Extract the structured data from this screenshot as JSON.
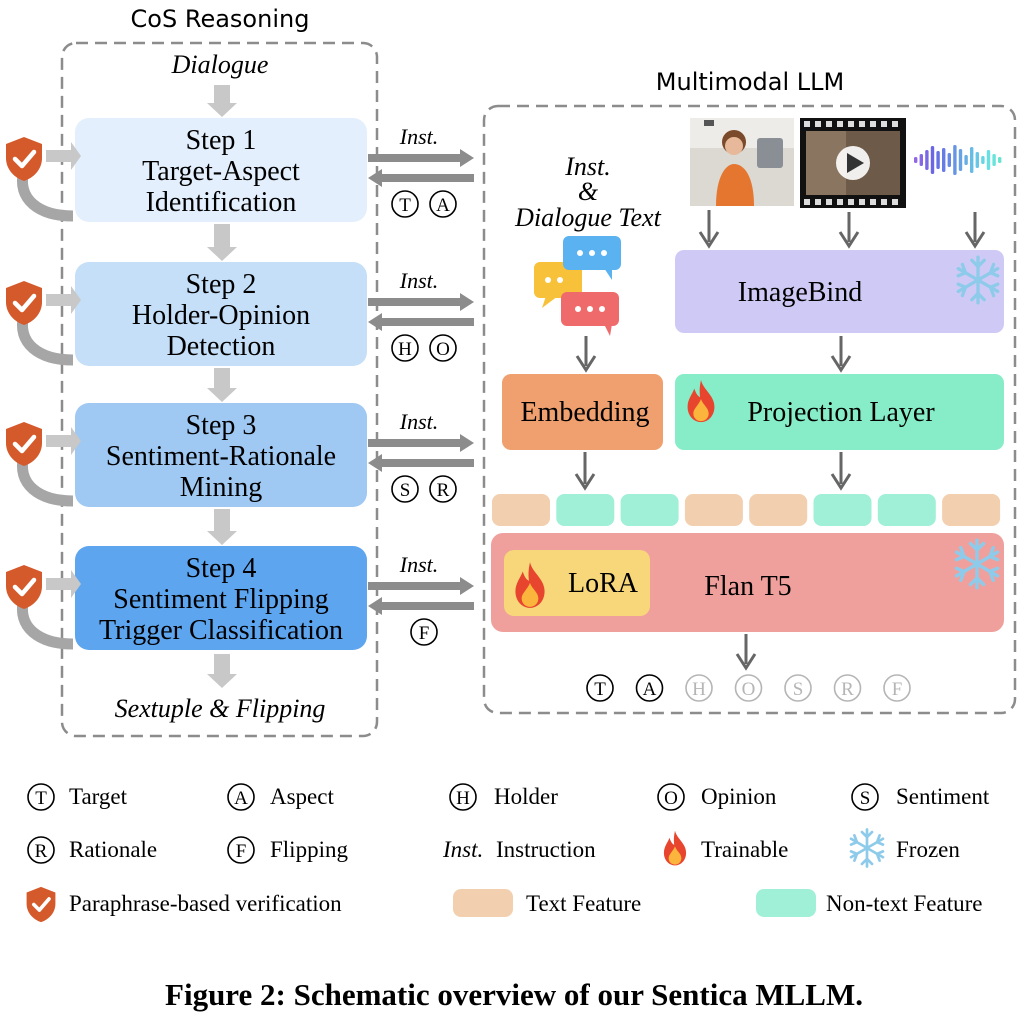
{
  "left_panel": {
    "title": "CoS Reasoning",
    "input_label": "Dialogue",
    "output_label": "Sextuple & Flipping",
    "steps": [
      {
        "line1": "Step 1",
        "line2": "Target-Aspect",
        "line3": "Identification",
        "symbols": [
          "T",
          "A"
        ],
        "arrow_label": "Inst.",
        "fill": "#e3effc"
      },
      {
        "line1": "Step 2",
        "line2": "Holder-Opinion",
        "line3": "Detection",
        "symbols": [
          "H",
          "O"
        ],
        "arrow_label": "Inst.",
        "fill": "#c5dff8"
      },
      {
        "line1": "Step 3",
        "line2": "Sentiment-Rationale",
        "line3": "Mining",
        "symbols": [
          "S",
          "R"
        ],
        "arrow_label": "Inst.",
        "fill": "#9fc8f3"
      },
      {
        "line1": "Step 4",
        "line2": "Sentiment Flipping",
        "line3": "Trigger Classification",
        "symbols": [
          "F"
        ],
        "arrow_label": "Inst.",
        "fill": "#5ea5ef"
      }
    ]
  },
  "right_panel": {
    "title": "Multimodal LLM",
    "text_input_line1": "Inst.",
    "text_input_line2": "&",
    "text_input_line3": "Dialogue Text",
    "imagebind_label": "ImageBind",
    "embedding_label": "Embedding",
    "projection_label": "Projection Layer",
    "lora_label": "LoRA",
    "flan_label": "Flan T5",
    "feature_tokens": [
      "text",
      "nontext",
      "nontext",
      "text",
      "text",
      "nontext",
      "nontext",
      "text"
    ],
    "outputs": [
      {
        "symbol": "T",
        "active": true
      },
      {
        "symbol": "A",
        "active": true
      },
      {
        "symbol": "H",
        "active": false
      },
      {
        "symbol": "O",
        "active": false
      },
      {
        "symbol": "S",
        "active": false
      },
      {
        "symbol": "R",
        "active": false
      },
      {
        "symbol": "F",
        "active": false
      }
    ]
  },
  "legend": {
    "target": {
      "symbol": "T",
      "label": "Target"
    },
    "aspect": {
      "symbol": "A",
      "label": "Aspect"
    },
    "holder": {
      "symbol": "H",
      "label": "Holder"
    },
    "opinion": {
      "symbol": "O",
      "label": "Opinion"
    },
    "sentiment": {
      "symbol": "S",
      "label": "Sentiment"
    },
    "rationale": {
      "symbol": "R",
      "label": "Rationale"
    },
    "flipping": {
      "symbol": "F",
      "label": "Flipping"
    },
    "instruction": {
      "abbr": "Inst.",
      "label": "Instruction"
    },
    "trainable": {
      "label": "Trainable"
    },
    "frozen": {
      "label": "Frozen"
    },
    "verification": {
      "label": "Paraphrase-based verification"
    },
    "text_feature": {
      "label": "Text Feature"
    },
    "nontext_feature": {
      "label": "Non-text Feature"
    }
  },
  "caption": "Figure 2: Schematic overview of our Sentica MLLM.",
  "colors": {
    "gray": "#8c8c8c",
    "shield": "#d45a2b",
    "imagebind": "#cfcaf5",
    "embedding": "#f0a06e",
    "projection": "#86edc8",
    "flan": "#f0a09c",
    "lora": "#f7d77a",
    "text_feature": "#f2cfae",
    "nontext_feature": "#9ff0d6",
    "snow": "#8ecbea",
    "fire": "#e8452e"
  }
}
